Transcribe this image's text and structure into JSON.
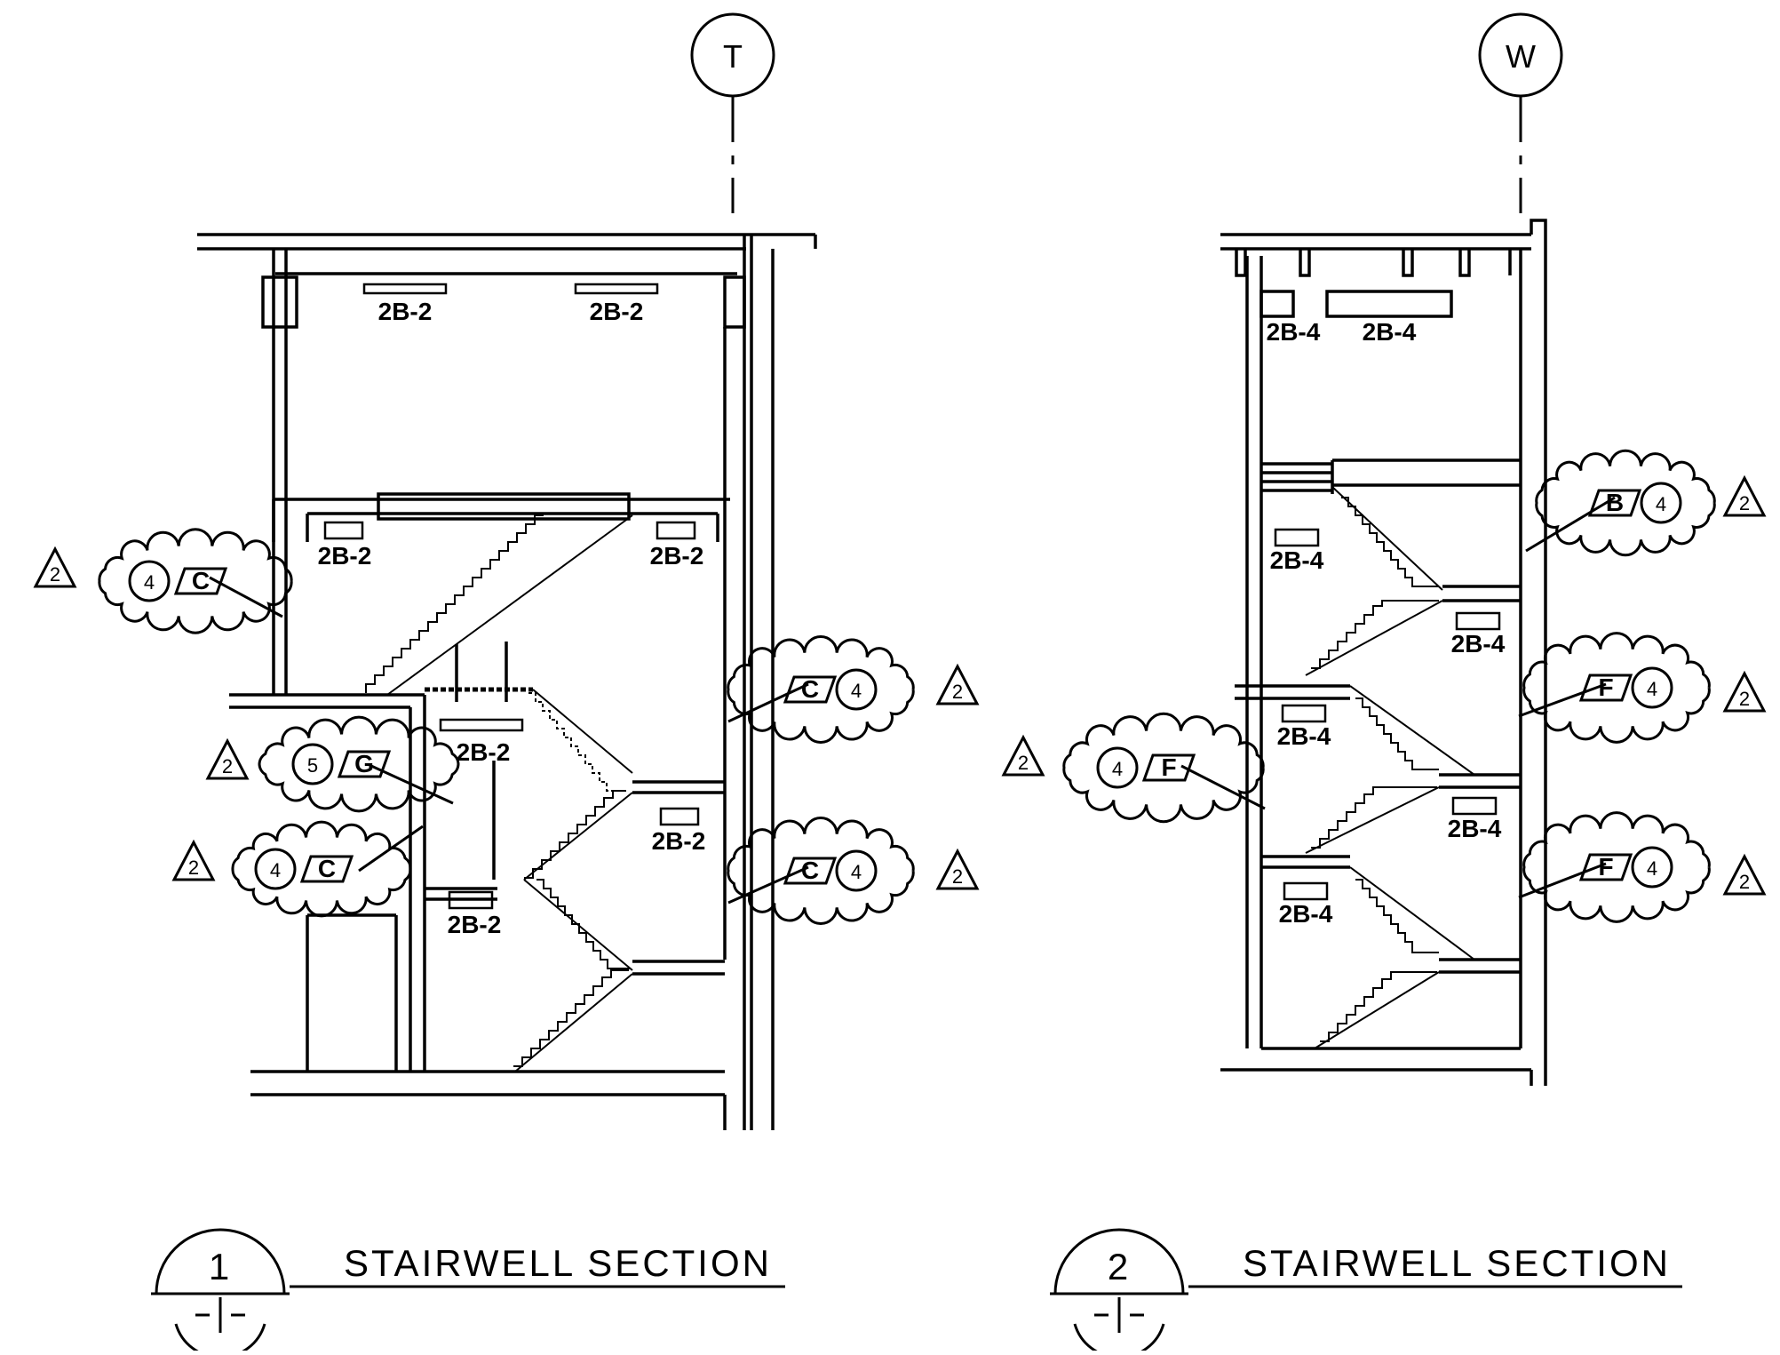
{
  "grid_bubbles": {
    "left": "T",
    "right": "W"
  },
  "section1": {
    "number": "1",
    "title": "STAIRWELL SECTION",
    "fixture_tag": "2B-2",
    "callouts": [
      {
        "detail": "4",
        "letter": "C",
        "revision": "2"
      },
      {
        "detail": "5",
        "letter": "G",
        "revision": "2"
      },
      {
        "detail": "4",
        "letter": "C",
        "revision": "2"
      },
      {
        "detail": "4",
        "letter": "C",
        "revision": "2"
      },
      {
        "detail": "4",
        "letter": "C",
        "revision": "2"
      }
    ]
  },
  "section2": {
    "number": "2",
    "title": "STAIRWELL SECTION",
    "fixture_tag": "2B-4",
    "callouts": [
      {
        "detail": "4",
        "letter": "F",
        "revision": "2"
      },
      {
        "detail": "4",
        "letter": "B",
        "revision": "2"
      },
      {
        "detail": "4",
        "letter": "F",
        "revision": "2"
      },
      {
        "detail": "4",
        "letter": "F",
        "revision": "2"
      }
    ]
  }
}
